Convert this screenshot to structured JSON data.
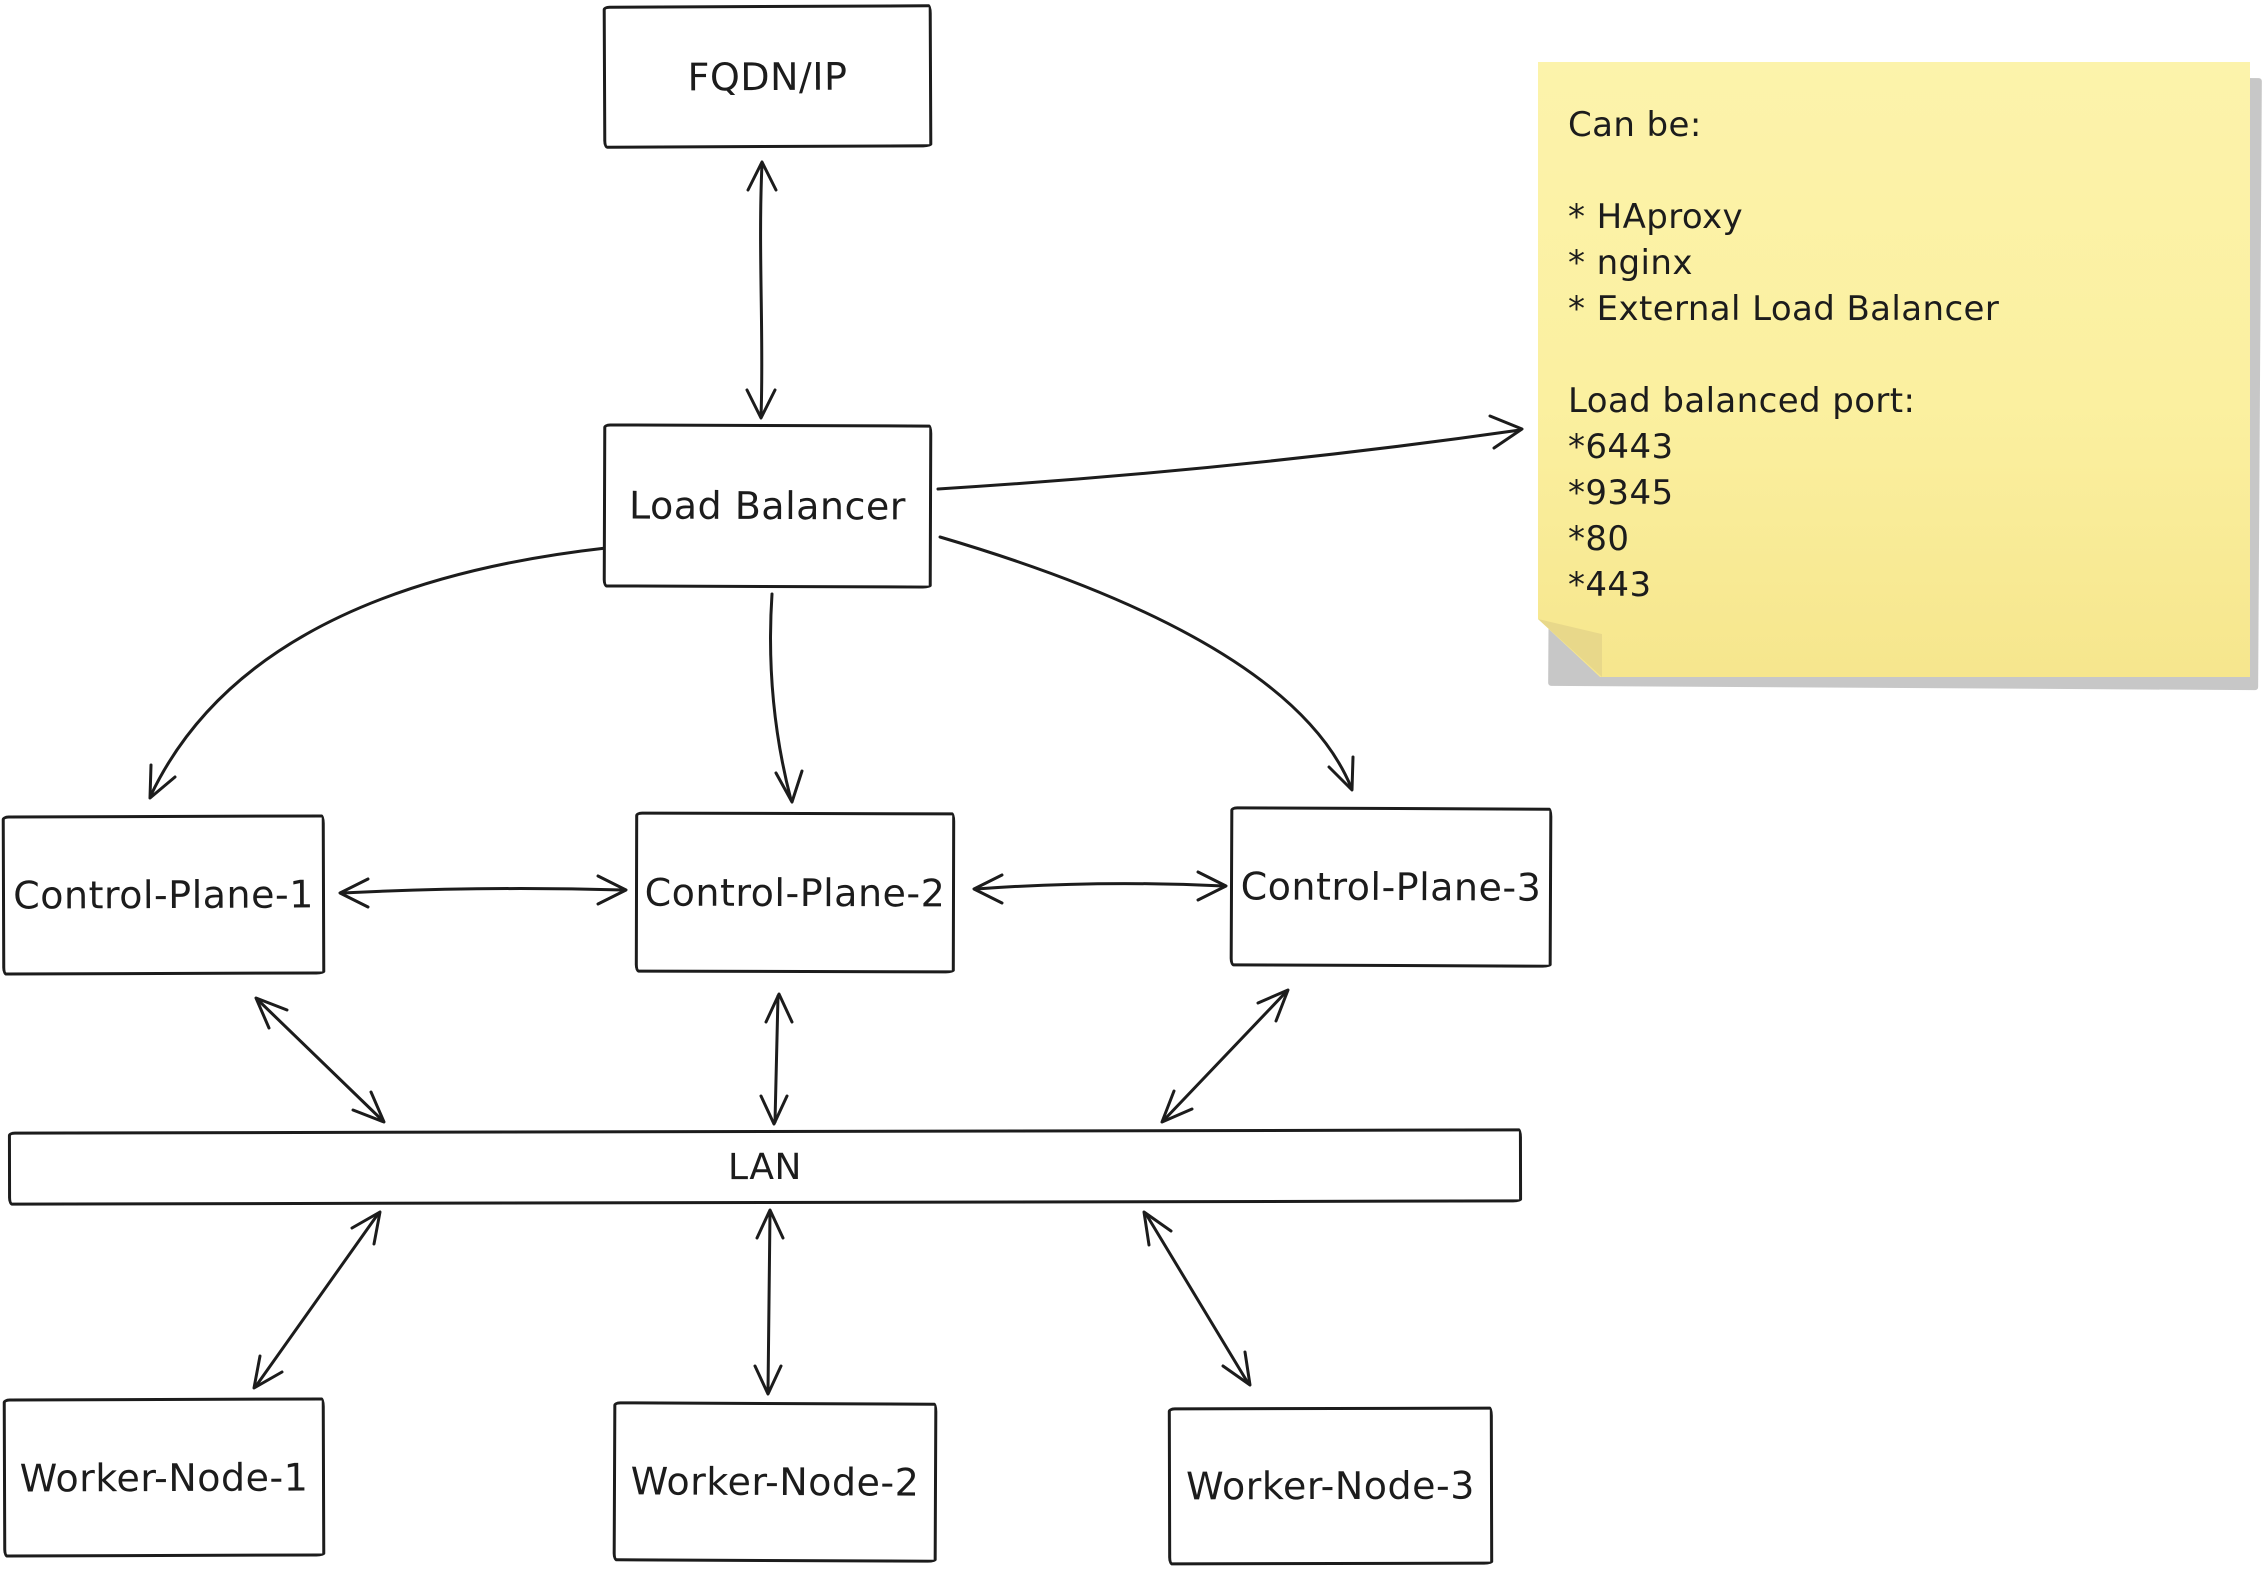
{
  "nodes": {
    "fqdn": {
      "label": "FQDN/IP"
    },
    "load_balancer": {
      "label": "Load Balancer"
    },
    "cp1": {
      "label": "Control-Plane-1"
    },
    "cp2": {
      "label": "Control-Plane-2"
    },
    "cp3": {
      "label": "Control-Plane-3"
    },
    "lan": {
      "label": "LAN"
    },
    "wn1": {
      "label": "Worker-Node-1"
    },
    "wn2": {
      "label": "Worker-Node-2"
    },
    "wn3": {
      "label": "Worker-Node-3"
    }
  },
  "note": {
    "lines": [
      "Can be:",
      "",
      "* HAproxy",
      "* nginx",
      "* External Load Balancer",
      "",
      "Load balanced port:",
      "*6443",
      "*9345",
      "*80",
      "*443"
    ]
  },
  "colors": {
    "stroke": "#1c1c1c",
    "note_bg": "#fbf0a0",
    "note_fold": "#e8d88a",
    "note_shadow": "#c7c7c7",
    "canvas_bg": "#ffffff"
  }
}
